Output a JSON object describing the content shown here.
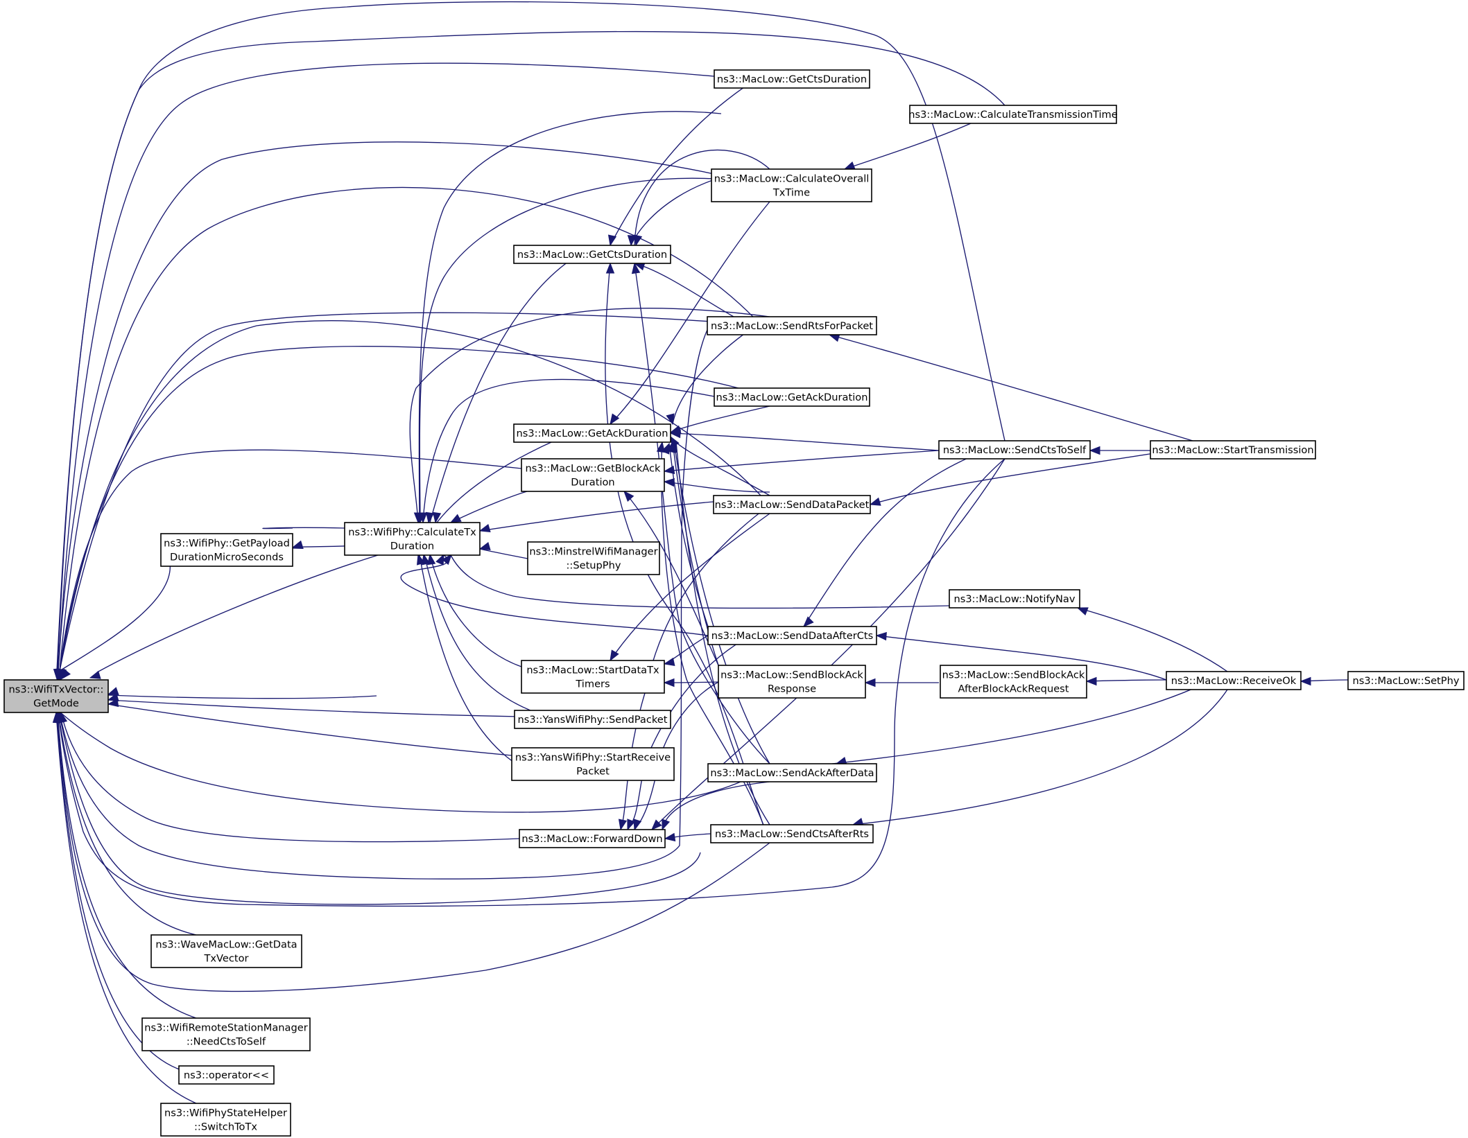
{
  "nodes": [
    {
      "id": "root",
      "lines": [
        "ns3::WifiTxVector::",
        "GetMode"
      ]
    },
    {
      "id": "getPayload",
      "lines": [
        "ns3::WifiPhy::GetPayload",
        "DurationMicroSeconds"
      ]
    },
    {
      "id": "calcTx",
      "lines": [
        "ns3::WifiPhy::CalculateTx",
        "Duration"
      ]
    },
    {
      "id": "waveGetData",
      "lines": [
        "ns3::WaveMacLow::GetData",
        "TxVector"
      ]
    },
    {
      "id": "needCts",
      "lines": [
        "ns3::WifiRemoteStationManager",
        "::NeedCtsToSelf"
      ]
    },
    {
      "id": "operatorLtLt",
      "lines": [
        "ns3::operator<<"
      ]
    },
    {
      "id": "switchToTx",
      "lines": [
        "ns3::WifiPhyStateHelper",
        "::SwitchToTx"
      ]
    },
    {
      "id": "getCtsDurA",
      "lines": [
        "ns3::MacLow::GetCtsDuration"
      ]
    },
    {
      "id": "getAckDurA",
      "lines": [
        "ns3::MacLow::GetAckDuration"
      ]
    },
    {
      "id": "getBlockAck",
      "lines": [
        "ns3::MacLow::GetBlockAck",
        "Duration"
      ]
    },
    {
      "id": "minstrel",
      "lines": [
        "ns3::MinstrelWifiManager",
        "::SetupPhy"
      ]
    },
    {
      "id": "startDataTx",
      "lines": [
        "ns3::MacLow::StartDataTx",
        "Timers"
      ]
    },
    {
      "id": "yansSend",
      "lines": [
        "ns3::YansWifiPhy::SendPacket"
      ]
    },
    {
      "id": "yansRecv",
      "lines": [
        "ns3::YansWifiPhy::StartReceive",
        "Packet"
      ]
    },
    {
      "id": "forwardDown",
      "lines": [
        "ns3::MacLow::ForwardDown"
      ]
    },
    {
      "id": "getCtsDurB",
      "lines": [
        "ns3::MacLow::GetCtsDuration"
      ]
    },
    {
      "id": "calcOverall",
      "lines": [
        "ns3::MacLow::CalculateOverall",
        "TxTime"
      ]
    },
    {
      "id": "sendRts",
      "lines": [
        "ns3::MacLow::SendRtsForPacket"
      ]
    },
    {
      "id": "getAckDurB",
      "lines": [
        "ns3::MacLow::GetAckDuration"
      ]
    },
    {
      "id": "sendData",
      "lines": [
        "ns3::MacLow::SendDataPacket"
      ]
    },
    {
      "id": "sendDataAfterCts",
      "lines": [
        "ns3::MacLow::SendDataAfterCts"
      ]
    },
    {
      "id": "sendBlockAckResp",
      "lines": [
        "ns3::MacLow::SendBlockAck",
        "Response"
      ]
    },
    {
      "id": "sendAckAfterData",
      "lines": [
        "ns3::MacLow::SendAckAfterData"
      ]
    },
    {
      "id": "sendCtsAfterRts",
      "lines": [
        "ns3::MacLow::SendCtsAfterRts"
      ]
    },
    {
      "id": "calcTransTime",
      "lines": [
        "ns3::MacLow::CalculateTransmissionTime"
      ]
    },
    {
      "id": "sendCtsToSelf",
      "lines": [
        "ns3::MacLow::SendCtsToSelf"
      ]
    },
    {
      "id": "notifyNav",
      "lines": [
        "ns3::MacLow::NotifyNav"
      ]
    },
    {
      "id": "sendBlockAckAfter",
      "lines": [
        "ns3::MacLow::SendBlockAck",
        "AfterBlockAckRequest"
      ]
    },
    {
      "id": "startTransmission",
      "lines": [
        "ns3::MacLow::StartTransmission"
      ]
    },
    {
      "id": "receiveOk",
      "lines": [
        "ns3::MacLow::ReceiveOk"
      ]
    },
    {
      "id": "setPhy",
      "lines": [
        "ns3::MacLow::SetPhy"
      ]
    }
  ],
  "colors": {
    "edge": "#191970",
    "root_fill": "#bfbfbf",
    "node_fill": "#ffffff",
    "node_border": "#000000"
  }
}
